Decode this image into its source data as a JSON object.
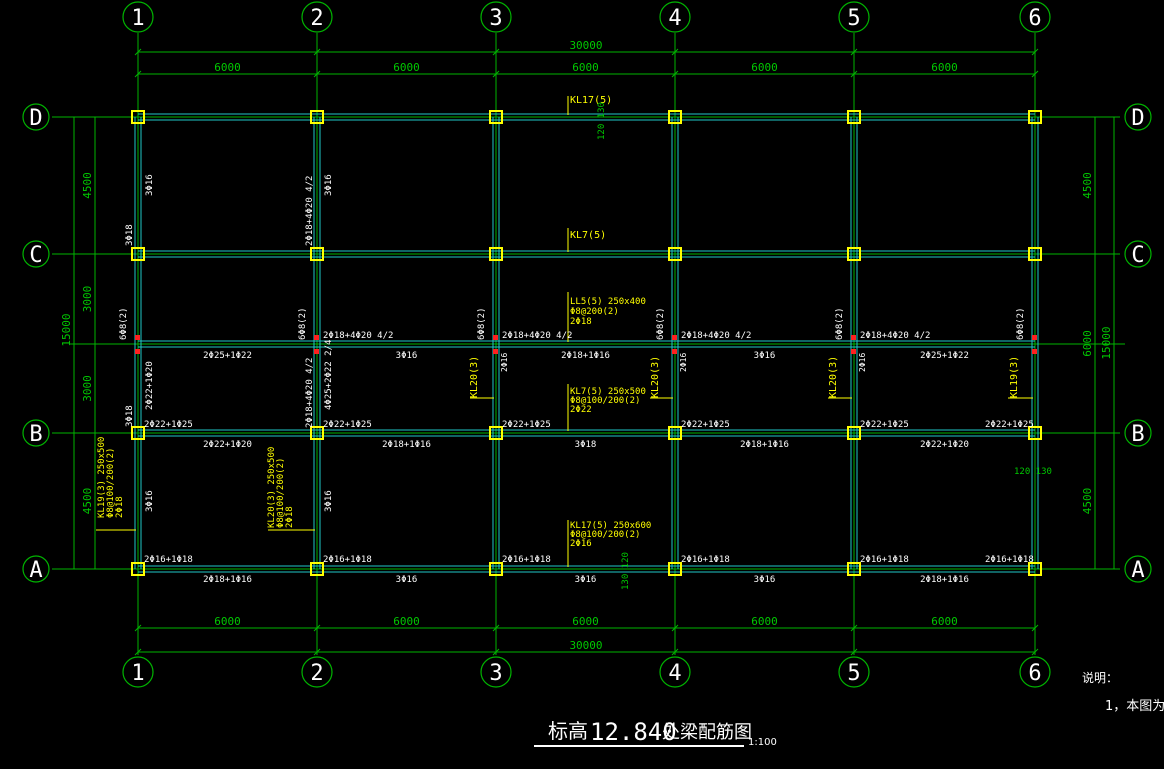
{
  "drawing": {
    "title_prefix": "标高",
    "title_elevation": "12.840",
    "title_suffix": "处梁配筋图",
    "scale": "1:100",
    "notes_heading": "说明：",
    "notes_line1": "1，本图为"
  },
  "colors": {
    "background": "#000000",
    "grid": "#00b400",
    "beam": "#20c8c8",
    "column": "#ffff00",
    "text_white": "#ffffff",
    "text_yellow": "#ffff00",
    "text_green": "#00c800",
    "marker": "#ff2020"
  },
  "grid": {
    "columns": [
      "1",
      "2",
      "3",
      "4",
      "5",
      "6"
    ],
    "rows": [
      "D",
      "C",
      "B",
      "A"
    ],
    "col_spacing": [
      "6000",
      "6000",
      "6000",
      "6000",
      "6000"
    ],
    "total_width": "30000",
    "row_spacing_left": [
      "4500",
      "3000",
      "3000",
      "4500"
    ],
    "total_height": "15000",
    "right_dim_top": "4500",
    "right_dim_mid": "6000",
    "right_dim_bottom": "4500"
  },
  "annotations": {
    "kl17_top": "KL17(5)",
    "kl17_top_section": "120 130",
    "kl7_c": "KL7(5)",
    "ll5_line1": "LL5(5) 250x400",
    "ll5_line2": "Φ8@200(2)",
    "ll5_line3": "2Φ18",
    "kl7_b_line1": "KL7(5) 250x500",
    "kl7_b_line2": "Φ8@100/200(2)",
    "kl7_b_line3": "2Φ22",
    "kl17_a_line1": "KL17(5) 250x600",
    "kl17_a_line2": "Φ8@100/200(2)",
    "kl17_a_line3": "2Φ16",
    "section_a": "130 120",
    "section_b": "120 130",
    "kl19_line1": "KL19(3) 250x500",
    "kl19_line2": "Φ8@100/200(2)",
    "kl19_line3": "2Φ18",
    "kl20_line1": "KL20(3) 250x500",
    "kl20_line2": "Φ8@100/200(2)",
    "kl20_line3": "2Φ18",
    "kl20_3": "KL20(3)",
    "kl20_4": "KL20(3)",
    "kl20_5": "KL20(3)",
    "kl19_6": "KL19(3)",
    "stirrup": "6Φ8(2)",
    "col_3f16": "3Φ16",
    "col_3f18": "3Φ18",
    "col2_top": "2Φ18+4Φ20 4/2",
    "col2_bc": "2Φ18+4Φ20 4/2",
    "col2_bc2": "4Φ25+2Φ22 2/4",
    "col1_bc": "2Φ22+1Φ20",
    "col3_small": "2Φ16",
    "ll_top_2": "2Φ18+4Φ20 4/2",
    "ll_top_3": "2Φ18+4Φ20 4/2",
    "ll_top_4": "2Φ18+4Φ20 4/2",
    "ll_top_5": "2Φ18+4Φ20 4/2",
    "ll_bot_1": "2Φ25+1Φ22",
    "ll_bot_2": "3Φ16",
    "ll_bot_3": "2Φ18+1Φ16",
    "ll_bot_4": "3Φ16",
    "ll_bot_5": "2Φ25+1Φ22",
    "b_top_1": "2Φ22+1Φ25",
    "b_top_2": "2Φ22+1Φ25",
    "b_top_3": "2Φ22+1Φ25",
    "b_top_4": "2Φ22+1Φ25",
    "b_top_5": "2Φ22+1Φ25",
    "b_top_6": "2Φ22+1Φ25",
    "b_bot_1": "2Φ22+1Φ20",
    "b_bot_2": "2Φ18+1Φ16",
    "b_bot_3": "3Φ18",
    "b_bot_4": "2Φ18+1Φ16",
    "b_bot_5": "2Φ22+1Φ20",
    "a_top_1": "2Φ16+1Φ18",
    "a_top_2": "2Φ16+1Φ18",
    "a_top_3": "2Φ16+1Φ18",
    "a_top_4": "2Φ16+1Φ18",
    "a_top_5": "2Φ16+1Φ18",
    "a_top_6": "2Φ16+1Φ18",
    "a_bot_1": "2Φ18+1Φ16",
    "a_bot_2": "3Φ16",
    "a_bot_3": "3Φ16",
    "a_bot_4": "3Φ16",
    "a_bot_5": "2Φ18+1Φ16"
  }
}
